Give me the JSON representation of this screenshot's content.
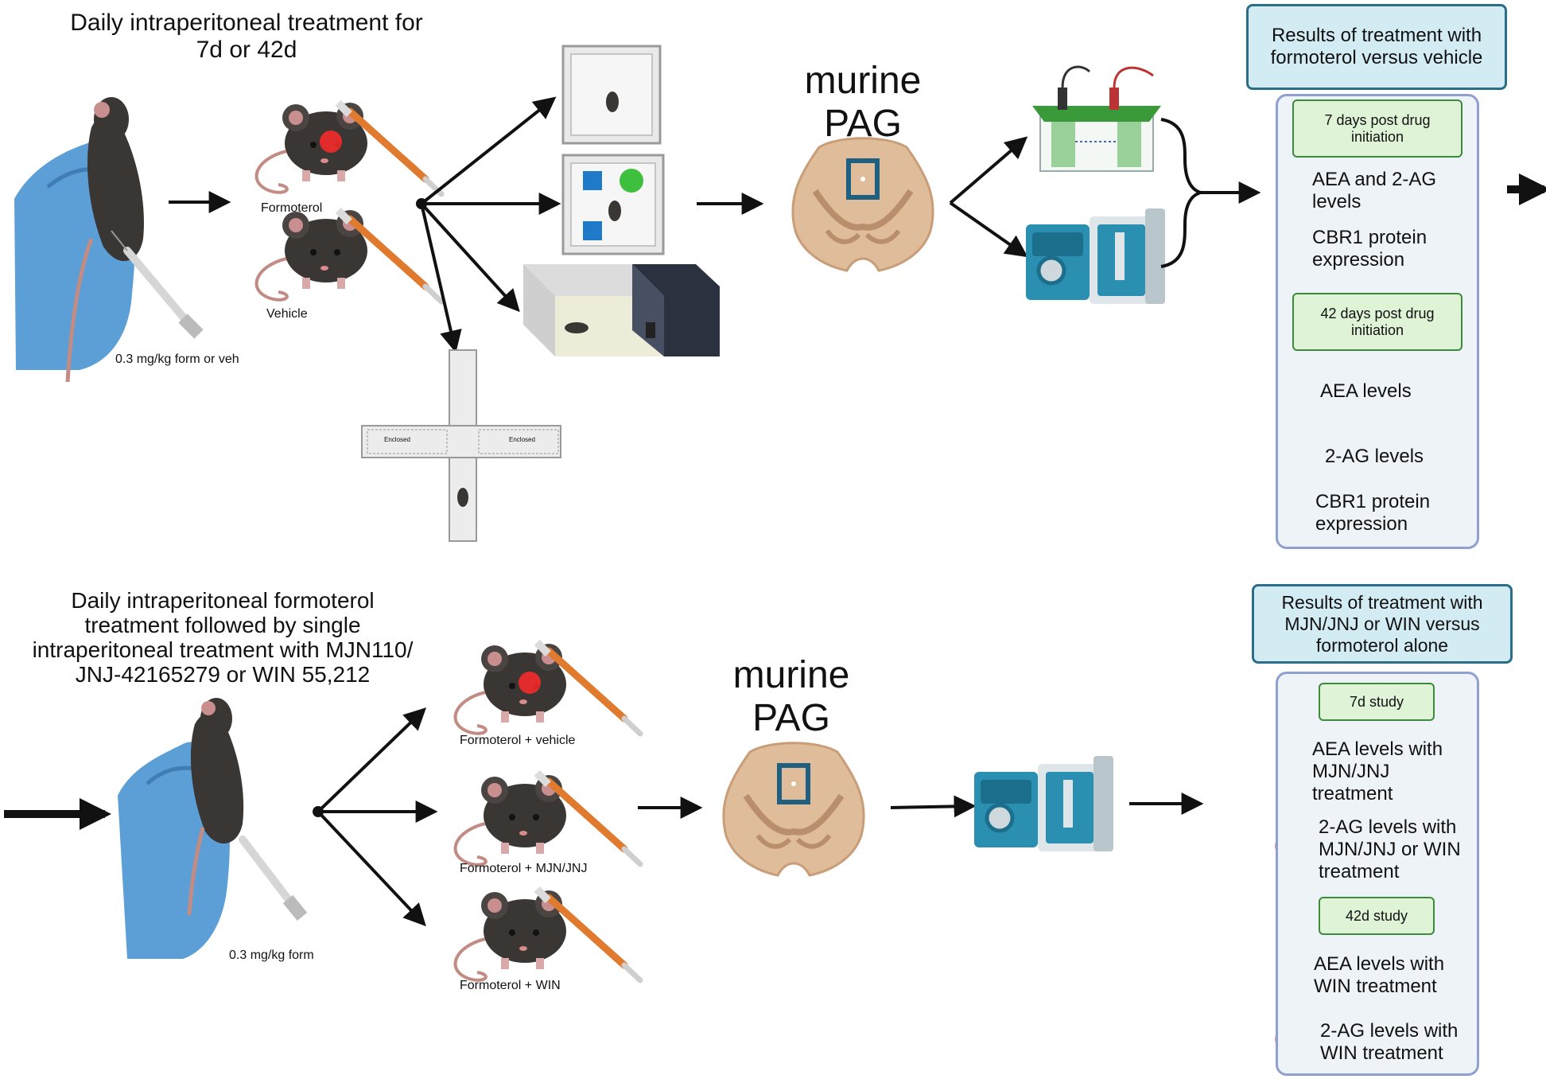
{
  "top": {
    "title_line1": "Daily intraperitoneal treatment for",
    "title_line2": "7d or 42d",
    "dose": "0.3 mg/kg form or veh",
    "group1": "Formoterol",
    "group2": "Vehicle",
    "maze_arm_left": "Enclosed",
    "maze_arm_right": "Enclosed",
    "region_line1": "murine",
    "region_line2": "PAG",
    "results_title_line1": "Results of treatment with",
    "results_title_line2": "formoterol versus vehicle",
    "box1_line1": "7 days post drug",
    "box1_line2": "initiation",
    "r1_line1": "AEA and 2-AG",
    "r1_line2": "levels",
    "r2_line1": "CBR1 protein",
    "r2_line2": "expression",
    "box2_line1": "42 days post drug",
    "box2_line2": "initiation",
    "r3": "AEA levels",
    "r4": "2-AG levels",
    "r5_line1": "CBR1 protein",
    "r5_line2": "expression"
  },
  "bottom": {
    "title_line1": "Daily intraperitoneal formoterol",
    "title_line2": "treatment followed by single",
    "title_line3": "intraperitoneal  treatment with MJN110/",
    "title_line4": "JNJ-42165279 or WIN 55,212",
    "dose": "0.3 mg/kg form",
    "group1": "Formoterol + vehicle",
    "group2": "Formoterol + MJN/JNJ",
    "group3": "Formoterol + WIN",
    "region_line1": "murine",
    "region_line2": "PAG",
    "results_title_line1": "Results of treatment with",
    "results_title_line2": "MJN/JNJ or WIN versus",
    "results_title_line3": "formoterol alone",
    "box1": "7d study",
    "r1_line1": "AEA levels with",
    "r1_line2": "MJN/JNJ",
    "r1_line3": "treatment",
    "r2_line1": "2-AG levels with",
    "r2_line2": "MJN/JNJ or WIN",
    "r2_line3": "treatment",
    "box2": "42d study",
    "r3_line1": "AEA levels with",
    "r3_line2": "WIN treatment",
    "r4_line1": "2-AG levels with",
    "r4_line2": "WIN treatment"
  },
  "colors": {
    "arrow_up": "#3cc21f",
    "arrow_down": "#d42020",
    "no_sign": "#d42020",
    "glove": "#5b9fd6",
    "mouse": "#3a3634",
    "tissue": "#e0bd9a",
    "panel_border": "#8f9fd0",
    "title_border": "#2b6e87",
    "green_box": "#dff3d7"
  }
}
